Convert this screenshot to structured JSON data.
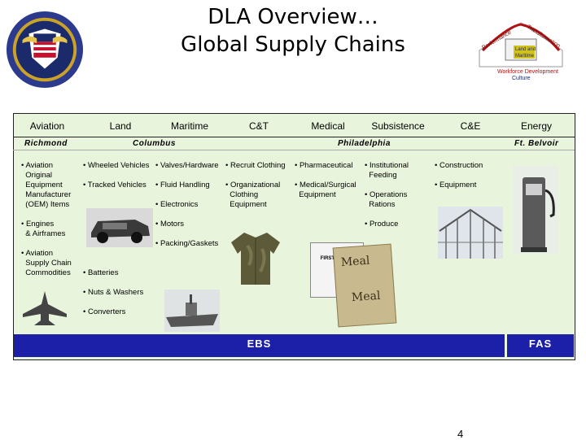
{
  "title": {
    "line1": "DLA Overview…",
    "line2": "Global Supply Chains"
  },
  "headers": [
    "Aviation",
    "Land",
    "Maritime",
    "C&T",
    "Medical",
    "Subsistence",
    "C&E",
    "Energy"
  ],
  "locations": [
    "Richmond",
    "Columbus",
    "Philadelphia",
    "Ft. Belvoir"
  ],
  "aviation_items": [
    "• Aviation\n  Original\n  Equipment\n  Manufacturer\n  (OEM) Items",
    "• Engines\n  & Airframes",
    "• Aviation\n  Supply Chain\n  Commodities"
  ],
  "land_items": [
    "• Wheeled Vehicles",
    "• Tracked Vehicles"
  ],
  "maritime_items": [
    "• Valves/Hardware",
    "• Fluid Handling",
    "• Electronics",
    "• Motors",
    "• Packing/Gaskets"
  ],
  "shared_items": [
    "• Batteries",
    "• Nuts & Washers",
    "• Converters"
  ],
  "ct_items": [
    "• Recruit Clothing",
    "• Organizational\n  Clothing\n  Equipment"
  ],
  "medical_items": [
    "• Pharmaceutical",
    "• Medical/Surgical\n  Equipment"
  ],
  "subsistence_items": [
    "• Institutional\n  Feeding",
    "• Operations\n  Rations",
    "• Produce"
  ],
  "ce_items": [
    "• Construction",
    "• Equipment"
  ],
  "first_aid_label": "FIRST AID KIT",
  "meal_label": "Meal",
  "bars": {
    "ebs": "EBS",
    "fas": "FAS"
  },
  "page_number": "4",
  "logo_text": [
    "Performance",
    "Transformation",
    "Land and",
    "Maritime",
    "Workforce Development",
    "Culture"
  ],
  "colors": {
    "panel": "#e8f5dc",
    "bar": "#1c1fa8"
  }
}
